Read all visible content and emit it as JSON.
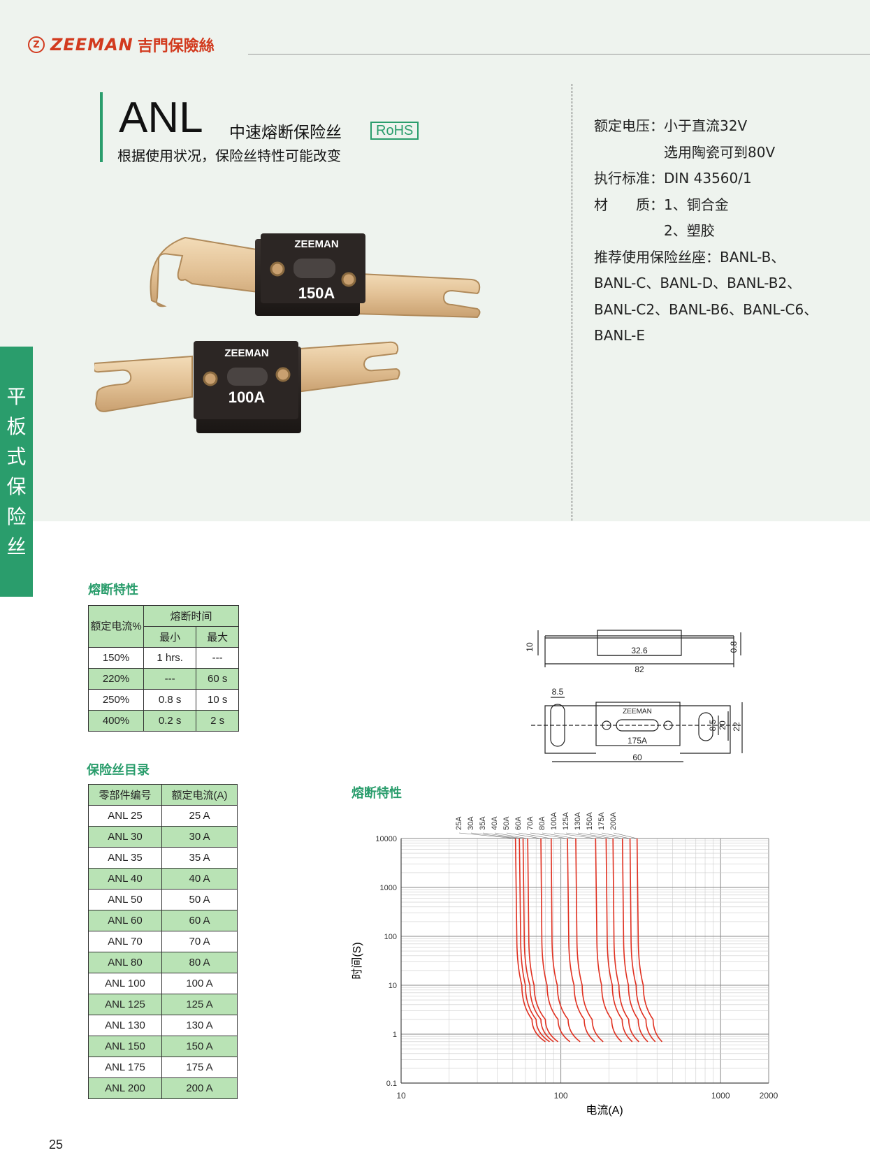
{
  "brand": {
    "logo_mark": "Z",
    "name": "ZEEMAN",
    "name_cn": "吉門保險絲"
  },
  "title": {
    "main": "ANL",
    "subtitle": "中速熔断保险丝",
    "badge": "RoHS",
    "note": "根据使用状况，保险丝特性可能改变"
  },
  "specs": [
    "额定电压：小于直流32V",
    "　　　　　选用陶瓷可到80V",
    "执行标准：DIN 43560/1",
    "材　　质：1、铜合金",
    "　　　　　2、塑胶",
    "推荐使用保险丝座：BANL-B、",
    "BANL-C、BANL-D、BANL-B2、",
    "BANL-C2、BANL-B6、BANL-C6、",
    "BANL-E"
  ],
  "side_tab": [
    "平",
    "板",
    "式",
    "保",
    "险",
    "丝"
  ],
  "product_image": {
    "fuse1_rating": "150A",
    "fuse2_rating": "100A",
    "brand": "ZEEMAN"
  },
  "fusing_table": {
    "title": "熔断特性",
    "header_rated": "额定电流%",
    "header_time": "熔断时间",
    "header_min": "最小",
    "header_max": "最大",
    "rows": [
      {
        "pct": "150%",
        "min": "1 hrs.",
        "max": "---"
      },
      {
        "pct": "220%",
        "min": "---",
        "max": "60 s"
      },
      {
        "pct": "250%",
        "min": "0.8 s",
        "max": "10 s"
      },
      {
        "pct": "400%",
        "min": "0.2 s",
        "max": "2 s"
      }
    ]
  },
  "catalog": {
    "title": "保险丝目录",
    "header_part": "零部件编号",
    "header_current": "额定电流(A)",
    "rows": [
      {
        "part": "ANL 25",
        "current": "25 A"
      },
      {
        "part": "ANL 30",
        "current": "30 A"
      },
      {
        "part": "ANL 35",
        "current": "35 A"
      },
      {
        "part": "ANL 40",
        "current": "40 A"
      },
      {
        "part": "ANL 50",
        "current": "50 A"
      },
      {
        "part": "ANL 60",
        "current": "60 A"
      },
      {
        "part": "ANL 70",
        "current": "70 A"
      },
      {
        "part": "ANL 80",
        "current": "80 A"
      },
      {
        "part": "ANL 100",
        "current": "100 A"
      },
      {
        "part": "ANL 125",
        "current": "125 A"
      },
      {
        "part": "ANL 130",
        "current": "130 A"
      },
      {
        "part": "ANL 150",
        "current": "150 A"
      },
      {
        "part": "ANL 175",
        "current": "175 A"
      },
      {
        "part": "ANL 200",
        "current": "200 A"
      }
    ]
  },
  "drawing": {
    "dims": {
      "thickness": "10",
      "blade": "0.8",
      "body_len": "32.6",
      "total_len": "82",
      "slot": "8.5",
      "hole": "8.5",
      "width_inner": "20",
      "width_outer": "22",
      "hole_pitch": "60"
    },
    "fuse_label": "175A",
    "brand": "ZEEMAN"
  },
  "chart_title": "熔断特性",
  "chart_data": {
    "type": "line",
    "title": "熔断特性",
    "xlabel": "电流(A)",
    "ylabel": "时间(S)",
    "x_scale": "log",
    "y_scale": "log",
    "xlim": [
      10,
      2000
    ],
    "ylim": [
      0.1,
      10000
    ],
    "x_tick_labels": [
      "10",
      "100",
      "1000",
      "2000"
    ],
    "y_tick_labels": [
      "0.1",
      "1",
      "10",
      "100",
      "1000",
      "10000"
    ],
    "grid": true,
    "color": "#e03020",
    "series": [
      {
        "name": "25A",
        "x": [
          52,
          53,
          57,
          66,
          80
        ],
        "y": [
          10000,
          100,
          10,
          2,
          0.7
        ]
      },
      {
        "name": "30A",
        "x": [
          55,
          56,
          60,
          70,
          85
        ],
        "y": [
          10000,
          100,
          10,
          2,
          0.7
        ]
      },
      {
        "name": "35A",
        "x": [
          58,
          59,
          64,
          75,
          90
        ],
        "y": [
          10000,
          100,
          10,
          2,
          0.7
        ]
      },
      {
        "name": "40A",
        "x": [
          62,
          63,
          68,
          80,
          96
        ],
        "y": [
          10000,
          100,
          10,
          2,
          0.7
        ]
      },
      {
        "name": "50A",
        "x": [
          75,
          76,
          82,
          96,
          114
        ],
        "y": [
          10000,
          100,
          10,
          2,
          0.7
        ]
      },
      {
        "name": "60A",
        "x": [
          87,
          88,
          95,
          111,
          132
        ],
        "y": [
          10000,
          100,
          10,
          2,
          0.7
        ]
      },
      {
        "name": "70A",
        "x": [
          110,
          112,
          121,
          140,
          163
        ],
        "y": [
          10000,
          100,
          10,
          2,
          0.7
        ]
      },
      {
        "name": "80A",
        "x": [
          124,
          126,
          136,
          157,
          184
        ],
        "y": [
          10000,
          100,
          10,
          2,
          0.7
        ]
      },
      {
        "name": "100A",
        "x": [
          165,
          168,
          180,
          208,
          240
        ],
        "y": [
          10000,
          100,
          10,
          2,
          0.7
        ]
      },
      {
        "name": "125A",
        "x": [
          192,
          195,
          210,
          242,
          280
        ],
        "y": [
          10000,
          100,
          10,
          2,
          0.7
        ]
      },
      {
        "name": "130A",
        "x": [
          212,
          215,
          231,
          266,
          308
        ],
        "y": [
          10000,
          100,
          10,
          2,
          0.7
        ]
      },
      {
        "name": "150A",
        "x": [
          243,
          247,
          265,
          305,
          350
        ],
        "y": [
          10000,
          100,
          10,
          2,
          0.7
        ]
      },
      {
        "name": "175A",
        "x": [
          271,
          275,
          296,
          341,
          390
        ],
        "y": [
          10000,
          100,
          10,
          2,
          0.7
        ]
      },
      {
        "name": "200A",
        "x": [
          300,
          305,
          328,
          378,
          430
        ],
        "y": [
          10000,
          100,
          10,
          2,
          0.7
        ]
      }
    ]
  },
  "page_number": "25"
}
